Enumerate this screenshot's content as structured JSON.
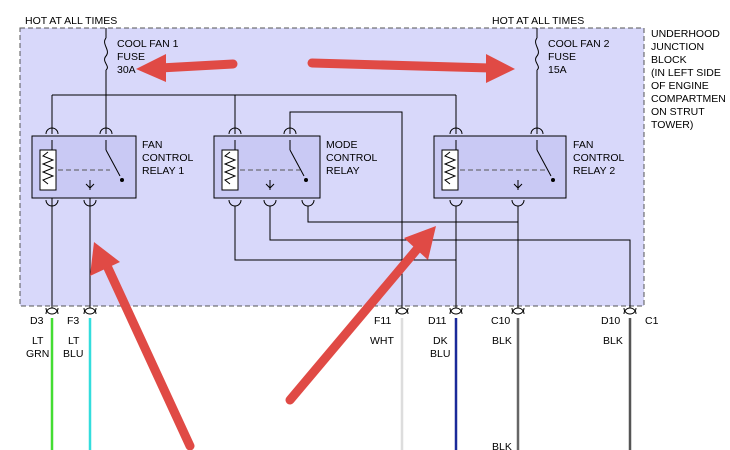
{
  "title_left": "HOT AT ALL TIMES",
  "title_right": "HOT AT ALL TIMES",
  "fuse1": {
    "name": "COOL FAN 1",
    "type": "FUSE",
    "rating": "30A"
  },
  "fuse2": {
    "name": "COOL FAN 2",
    "type": "FUSE",
    "rating": "15A"
  },
  "block_label": [
    "UNDERHOOD",
    "JUNCTION",
    "BLOCK",
    "(IN LEFT SIDE",
    "OF ENGINE",
    "COMPARTMEN",
    "ON STRUT",
    "TOWER)"
  ],
  "relay1": [
    "FAN",
    "CONTROL",
    "RELAY 1"
  ],
  "relay_mode": [
    "MODE",
    "CONTROL",
    "RELAY"
  ],
  "relay2": [
    "FAN",
    "CONTROL",
    "RELAY 2"
  ],
  "pins": [
    "D3",
    "F3",
    "F11",
    "D11",
    "C10",
    "D10",
    "C1"
  ],
  "wires": [
    {
      "line1": "LT",
      "line2": "GRN",
      "color": "#44dd33"
    },
    {
      "line1": "LT",
      "line2": "BLU",
      "color": "#33dddd"
    },
    {
      "line1": "",
      "line2": "WHT",
      "color": "#dddddd"
    },
    {
      "line1": "DK",
      "line2": "BLU",
      "color": "#1a2a99"
    },
    {
      "line1": "",
      "line2": "BLK",
      "color": "#666666"
    },
    {
      "line1": "",
      "line2": "BLK",
      "color": "#555555"
    }
  ],
  "bottom_label": "BLK",
  "colors": {
    "block_fill": "#d8d8fa",
    "relay_fill": "#c9c9f4",
    "arrow": "#e04a45"
  }
}
